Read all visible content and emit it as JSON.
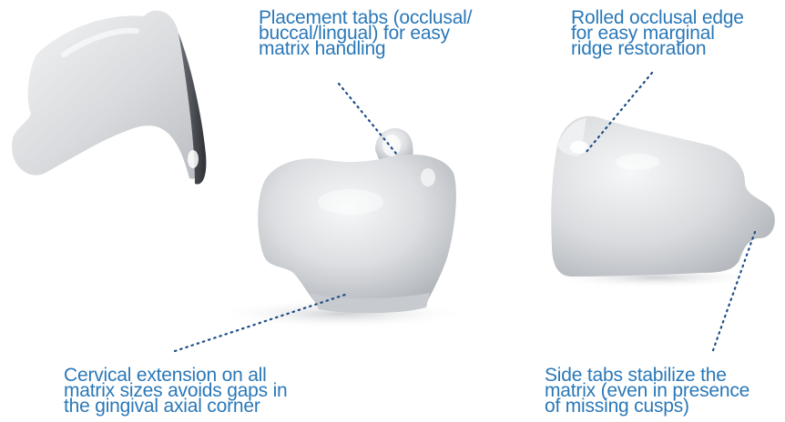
{
  "colors": {
    "label": "#2a78b8",
    "leader": "#1f4f86",
    "background": "#ffffff",
    "matrix_metal": "#d9dbdf"
  },
  "callouts": {
    "placement_tabs": {
      "lines": [
        "Placement tabs (occlusal/",
        "buccal/lingual) for easy",
        "matrix handling"
      ]
    },
    "rolled_edge": {
      "lines": [
        "Rolled occlusal edge",
        "for easy marginal",
        "ridge restoration"
      ]
    },
    "cervical_extension": {
      "lines": [
        "Cervical extension on all",
        "matrix sizes avoids gaps in",
        "the gingival axial corner"
      ]
    },
    "side_tabs": {
      "lines": [
        "Side tabs stabilize the",
        "matrix (even in presence",
        "of missing cusps)"
      ]
    }
  },
  "images": {
    "matrix_left": "sectional matrix band, curved side view",
    "matrix_center": "sectional matrix band, front view",
    "matrix_right": "sectional matrix band, side view"
  }
}
